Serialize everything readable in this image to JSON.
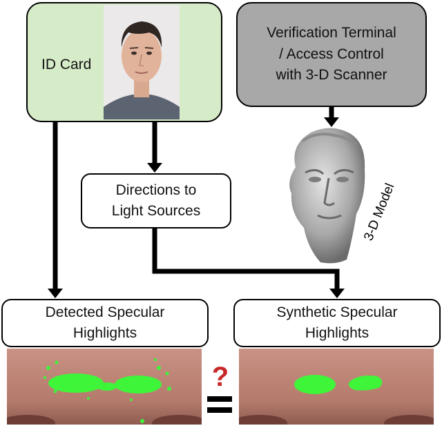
{
  "nodes": {
    "id_card": "ID Card",
    "terminal": "Verification Terminal\n/ Access Control\nwith 3-D Scanner",
    "directions": "Directions to\nLight Sources",
    "detected": "Detected Specular\nHighlights",
    "synthetic": "Synthetic Specular\nHighlights"
  },
  "model_label": "3-D Model",
  "comparison_symbol": "?",
  "colors": {
    "id_card_fill": "#d6ebc8",
    "terminal_fill": "#a8a8a8",
    "highlight_green": "#39ff3a",
    "question_mark": "#c62828",
    "skin": "#c08a7d"
  },
  "icons": [
    "face-photo-icon",
    "3d-head-model-icon",
    "nose-skin-detected-image",
    "nose-skin-synthetic-image"
  ]
}
